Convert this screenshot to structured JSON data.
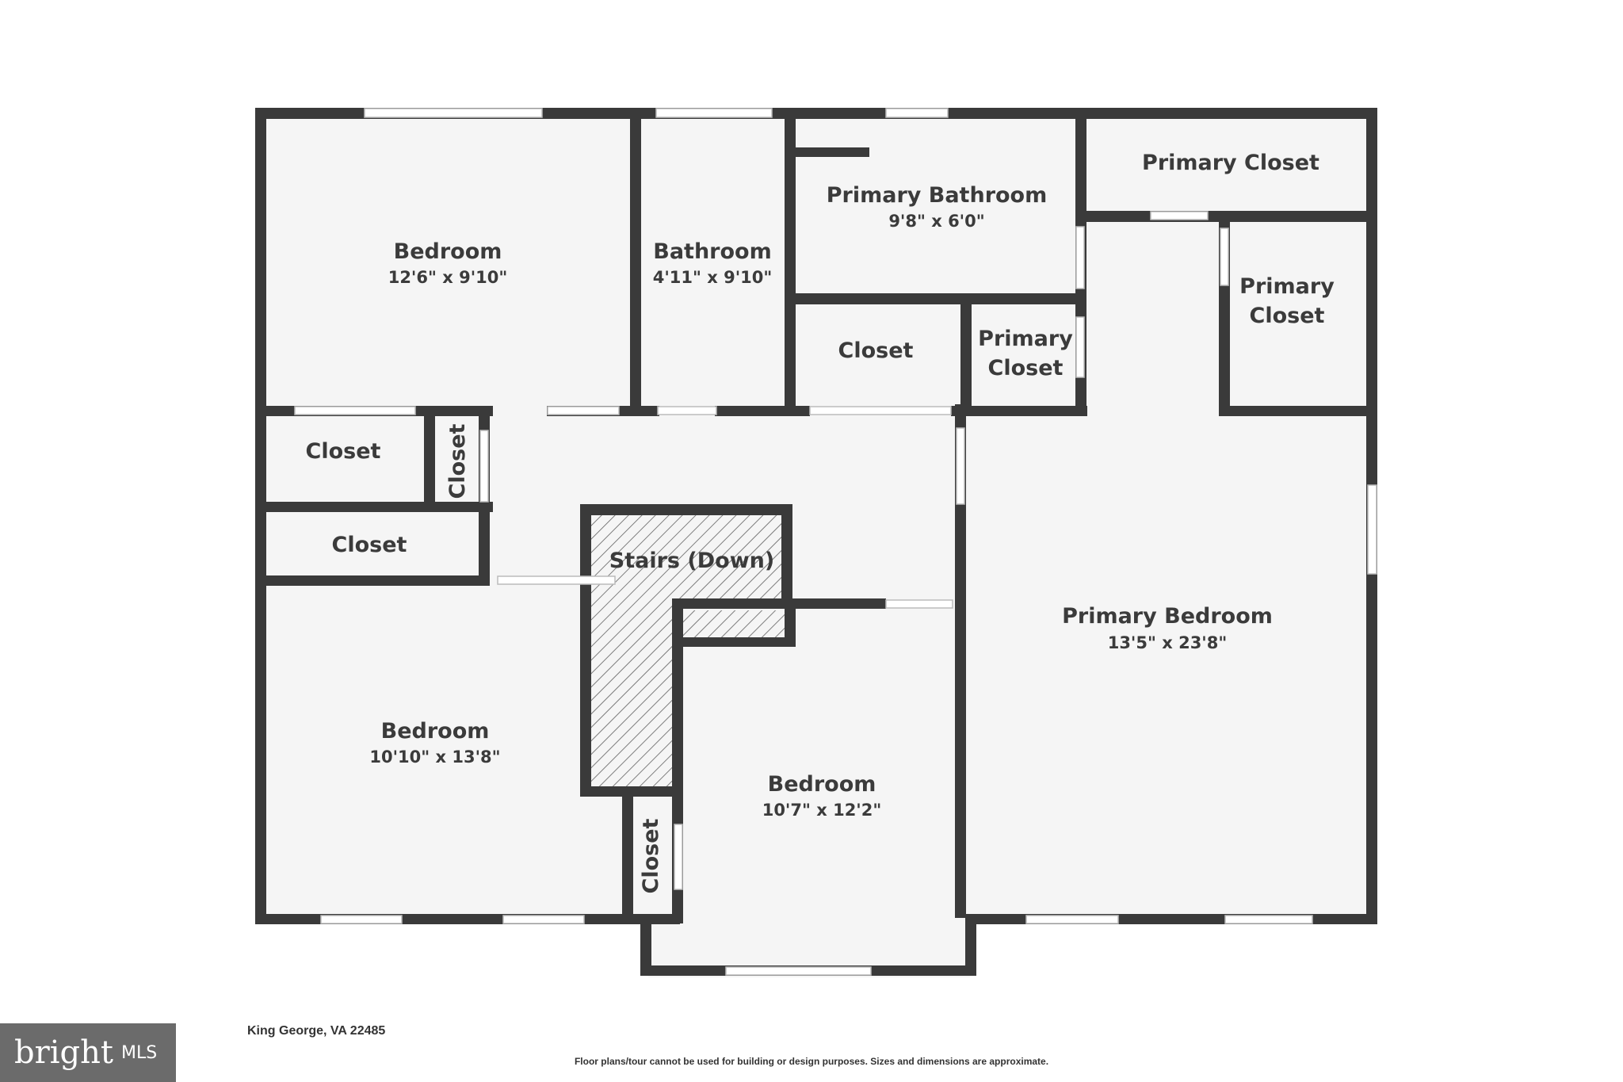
{
  "rooms": {
    "bedroom_top_left": {
      "name": "Bedroom",
      "dim": "12'6\" x 9'10\""
    },
    "bathroom": {
      "name": "Bathroom",
      "dim": "4'11\" x 9'10\""
    },
    "primary_bathroom": {
      "name": "Primary Bathroom",
      "dim": "9'8\" x 6'0\""
    },
    "primary_closet_top": {
      "name": "Primary Closet"
    },
    "primary_closet_right": {
      "line1": "Primary",
      "line2": "Closet"
    },
    "closet_mid": {
      "name": "Closet"
    },
    "primary_closet_small": {
      "line1": "Primary",
      "line2": "Closet"
    },
    "closet_left_top": {
      "name": "Closet"
    },
    "closet_vertical_top": {
      "name": "Closet"
    },
    "closet_left_mid": {
      "name": "Closet"
    },
    "stairs": {
      "name": "Stairs (Down)"
    },
    "bedroom_bottom_left": {
      "name": "Bedroom",
      "dim": "10'10\" x 13'8\""
    },
    "bedroom_bottom_mid": {
      "name": "Bedroom",
      "dim": "10'7\" x 12'2\""
    },
    "closet_vertical_bottom": {
      "name": "Closet"
    },
    "primary_bedroom": {
      "name": "Primary Bedroom",
      "dim": "13'5\" x 23'8\""
    }
  },
  "footer": {
    "address": "King George, VA 22485",
    "disclaimer": "Floor plans/tour cannot be used for building or design purposes. Sizes and dimensions are approximate.",
    "logo_word": "bright",
    "logo_mls": "MLS"
  },
  "colors": {
    "wall": "#3a3a3a",
    "floor": "#f5f5f5",
    "window": "#ffffff",
    "logo_bg": "#6b6b6b"
  }
}
